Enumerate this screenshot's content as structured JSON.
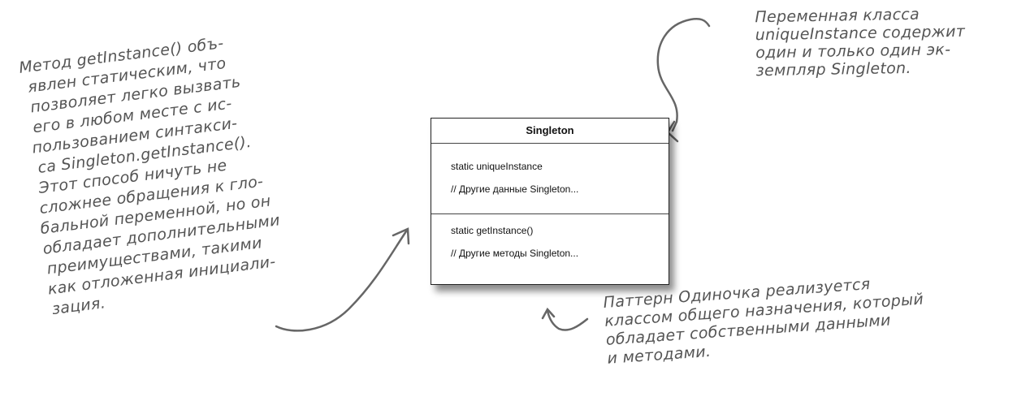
{
  "uml_class": {
    "name": "Singleton",
    "attributes": [
      "static uniqueInstance",
      "// Другие данные Singleton..."
    ],
    "methods": [
      "static getInstance()",
      "// Другие методы Singleton..."
    ]
  },
  "annotations": {
    "left": [
      "Метод getInstance() объ-",
      "явлен статическим, что",
      "позволяет легко вызвать",
      "его в любом месте с ис-",
      "пользованием синтакси-",
      "са Singleton.getInstance().",
      "Этот способ ничуть не",
      "сложнее обращения к гло-",
      "бальной переменной, но он",
      "обладает дополнительными",
      "преимуществами, такими",
      "как отложенная инициали-",
      "зация."
    ],
    "top_right": [
      "Переменная класса",
      "uniqueInstance содержит",
      "один и только один эк-",
      "земпляр Singleton."
    ],
    "bottom_right": [
      "Паттерн Одиночка реализуется",
      "классом общего назначения, который",
      "обладает собственными данными",
      "и методами."
    ]
  },
  "colors": {
    "ink": "#555555",
    "box_border": "#222222"
  }
}
